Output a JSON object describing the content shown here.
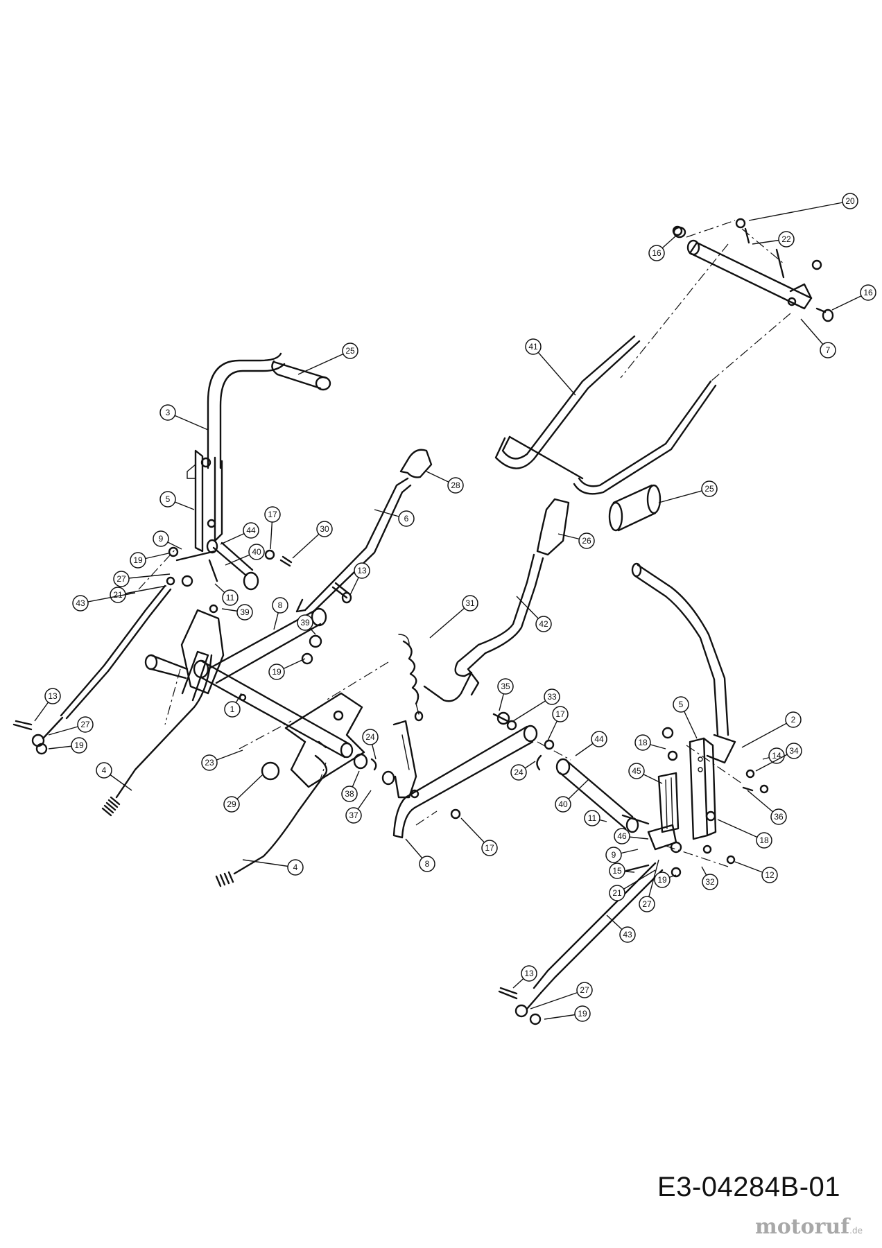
{
  "diagram_code": "E3-04284B-01",
  "watermark": {
    "text": "motoruf",
    "suffix": ".de"
  },
  "callouts": [
    {
      "label": "1"
    },
    {
      "label": "2"
    },
    {
      "label": "3"
    },
    {
      "label": "4"
    },
    {
      "label": "4"
    },
    {
      "label": "5"
    },
    {
      "label": "5"
    },
    {
      "label": "6"
    },
    {
      "label": "7"
    },
    {
      "label": "8"
    },
    {
      "label": "8"
    },
    {
      "label": "9"
    },
    {
      "label": "9"
    },
    {
      "label": "11"
    },
    {
      "label": "11"
    },
    {
      "label": "12"
    },
    {
      "label": "13"
    },
    {
      "label": "13"
    },
    {
      "label": "13"
    },
    {
      "label": "14"
    },
    {
      "label": "15"
    },
    {
      "label": "16"
    },
    {
      "label": "16"
    },
    {
      "label": "17"
    },
    {
      "label": "17"
    },
    {
      "label": "17"
    },
    {
      "label": "18"
    },
    {
      "label": "18"
    },
    {
      "label": "19"
    },
    {
      "label": "19"
    },
    {
      "label": "19"
    },
    {
      "label": "19"
    },
    {
      "label": "19"
    },
    {
      "label": "20"
    },
    {
      "label": "21"
    },
    {
      "label": "21"
    },
    {
      "label": "22"
    },
    {
      "label": "23"
    },
    {
      "label": "24"
    },
    {
      "label": "24"
    },
    {
      "label": "25"
    },
    {
      "label": "25"
    },
    {
      "label": "26"
    },
    {
      "label": "27"
    },
    {
      "label": "27"
    },
    {
      "label": "27"
    },
    {
      "label": "27"
    },
    {
      "label": "28"
    },
    {
      "label": "29"
    },
    {
      "label": "30"
    },
    {
      "label": "31"
    },
    {
      "label": "32"
    },
    {
      "label": "33"
    },
    {
      "label": "34"
    },
    {
      "label": "35"
    },
    {
      "label": "36"
    },
    {
      "label": "37"
    },
    {
      "label": "38"
    },
    {
      "label": "39"
    },
    {
      "label": "39"
    },
    {
      "label": "40"
    },
    {
      "label": "40"
    },
    {
      "label": "41"
    },
    {
      "label": "42"
    },
    {
      "label": "43"
    },
    {
      "label": "43"
    },
    {
      "label": "44"
    },
    {
      "label": "44"
    },
    {
      "label": "45"
    },
    {
      "label": "46"
    }
  ]
}
